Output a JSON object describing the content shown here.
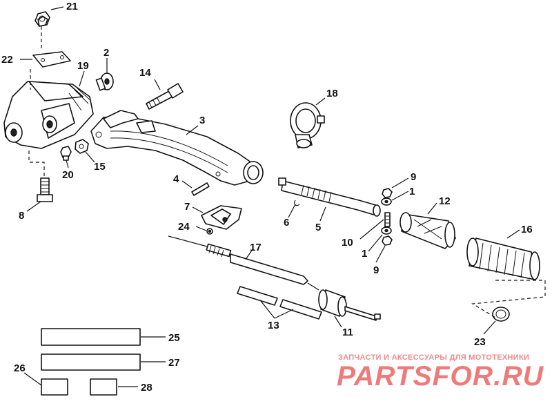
{
  "callouts": {
    "c1a": "1",
    "c1b": "1",
    "c2": "2",
    "c3": "3",
    "c4": "4",
    "c5": "5",
    "c6": "6",
    "c7": "7",
    "c8": "8",
    "c9a": "9",
    "c9b": "9",
    "c10": "10",
    "c11": "11",
    "c12": "12",
    "c13": "13",
    "c14": "14",
    "c15": "15",
    "c16": "16",
    "c17": "17",
    "c18": "18",
    "c19": "19",
    "c20": "20",
    "c21": "21",
    "c22": "22",
    "c23": "23",
    "c24": "24",
    "c25": "25",
    "c26": "26",
    "c27": "27",
    "c28": "28"
  },
  "watermark": {
    "tagline": "ЗАПЧАСТИ И АКСЕССУАРЫ ДЛЯ МОТОТЕХНИКИ",
    "brand": "PARTSFOR.RU"
  }
}
